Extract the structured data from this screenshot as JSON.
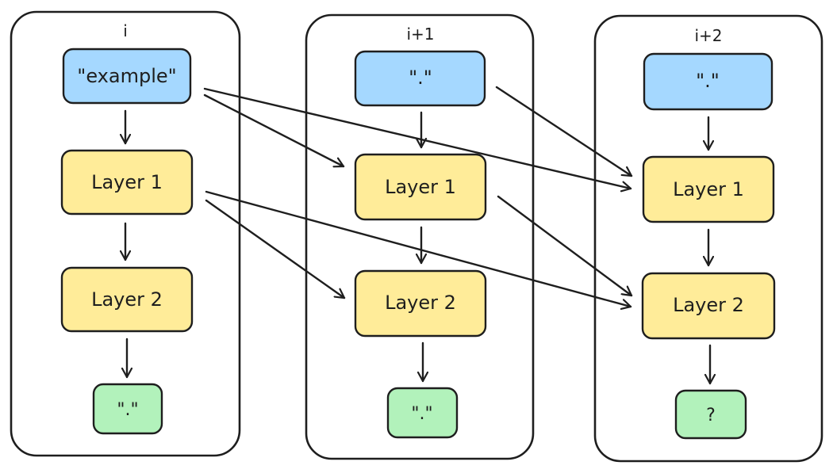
{
  "colors": {
    "input": "#a5d8ff",
    "layer": "#ffec99",
    "output": "#b2f2bb",
    "stroke": "#1e1e1e",
    "background": "#ffffff"
  },
  "columns": [
    {
      "title": "i",
      "input": "\"example\"",
      "layer1": "Layer 1",
      "layer2": "Layer 2",
      "output": "\".\""
    },
    {
      "title": "i+1",
      "input": "\".\"",
      "layer1": "Layer 1",
      "layer2": "Layer 2",
      "output": "\".\""
    },
    {
      "title": "i+2",
      "input": "\".\"",
      "layer1": "Layer 1",
      "layer2": "Layer 2",
      "output": "?"
    }
  ],
  "vertical_arrows": [
    {
      "column": 0,
      "from": "input",
      "to": "layer1"
    },
    {
      "column": 0,
      "from": "layer1",
      "to": "layer2"
    },
    {
      "column": 0,
      "from": "layer2",
      "to": "output"
    },
    {
      "column": 1,
      "from": "input",
      "to": "layer1"
    },
    {
      "column": 1,
      "from": "layer1",
      "to": "layer2"
    },
    {
      "column": 1,
      "from": "layer2",
      "to": "output"
    },
    {
      "column": 2,
      "from": "input",
      "to": "layer1"
    },
    {
      "column": 2,
      "from": "layer1",
      "to": "layer2"
    },
    {
      "column": 2,
      "from": "layer2",
      "to": "output"
    }
  ],
  "cross_arrows": [
    {
      "from": "0.input",
      "to": "1.layer1"
    },
    {
      "from": "0.input",
      "to": "2.layer1"
    },
    {
      "from": "0.layer1",
      "to": "1.layer2"
    },
    {
      "from": "0.layer1",
      "to": "2.layer2"
    },
    {
      "from": "1.input",
      "to": "2.layer1"
    },
    {
      "from": "1.layer1",
      "to": "2.layer2"
    }
  ]
}
